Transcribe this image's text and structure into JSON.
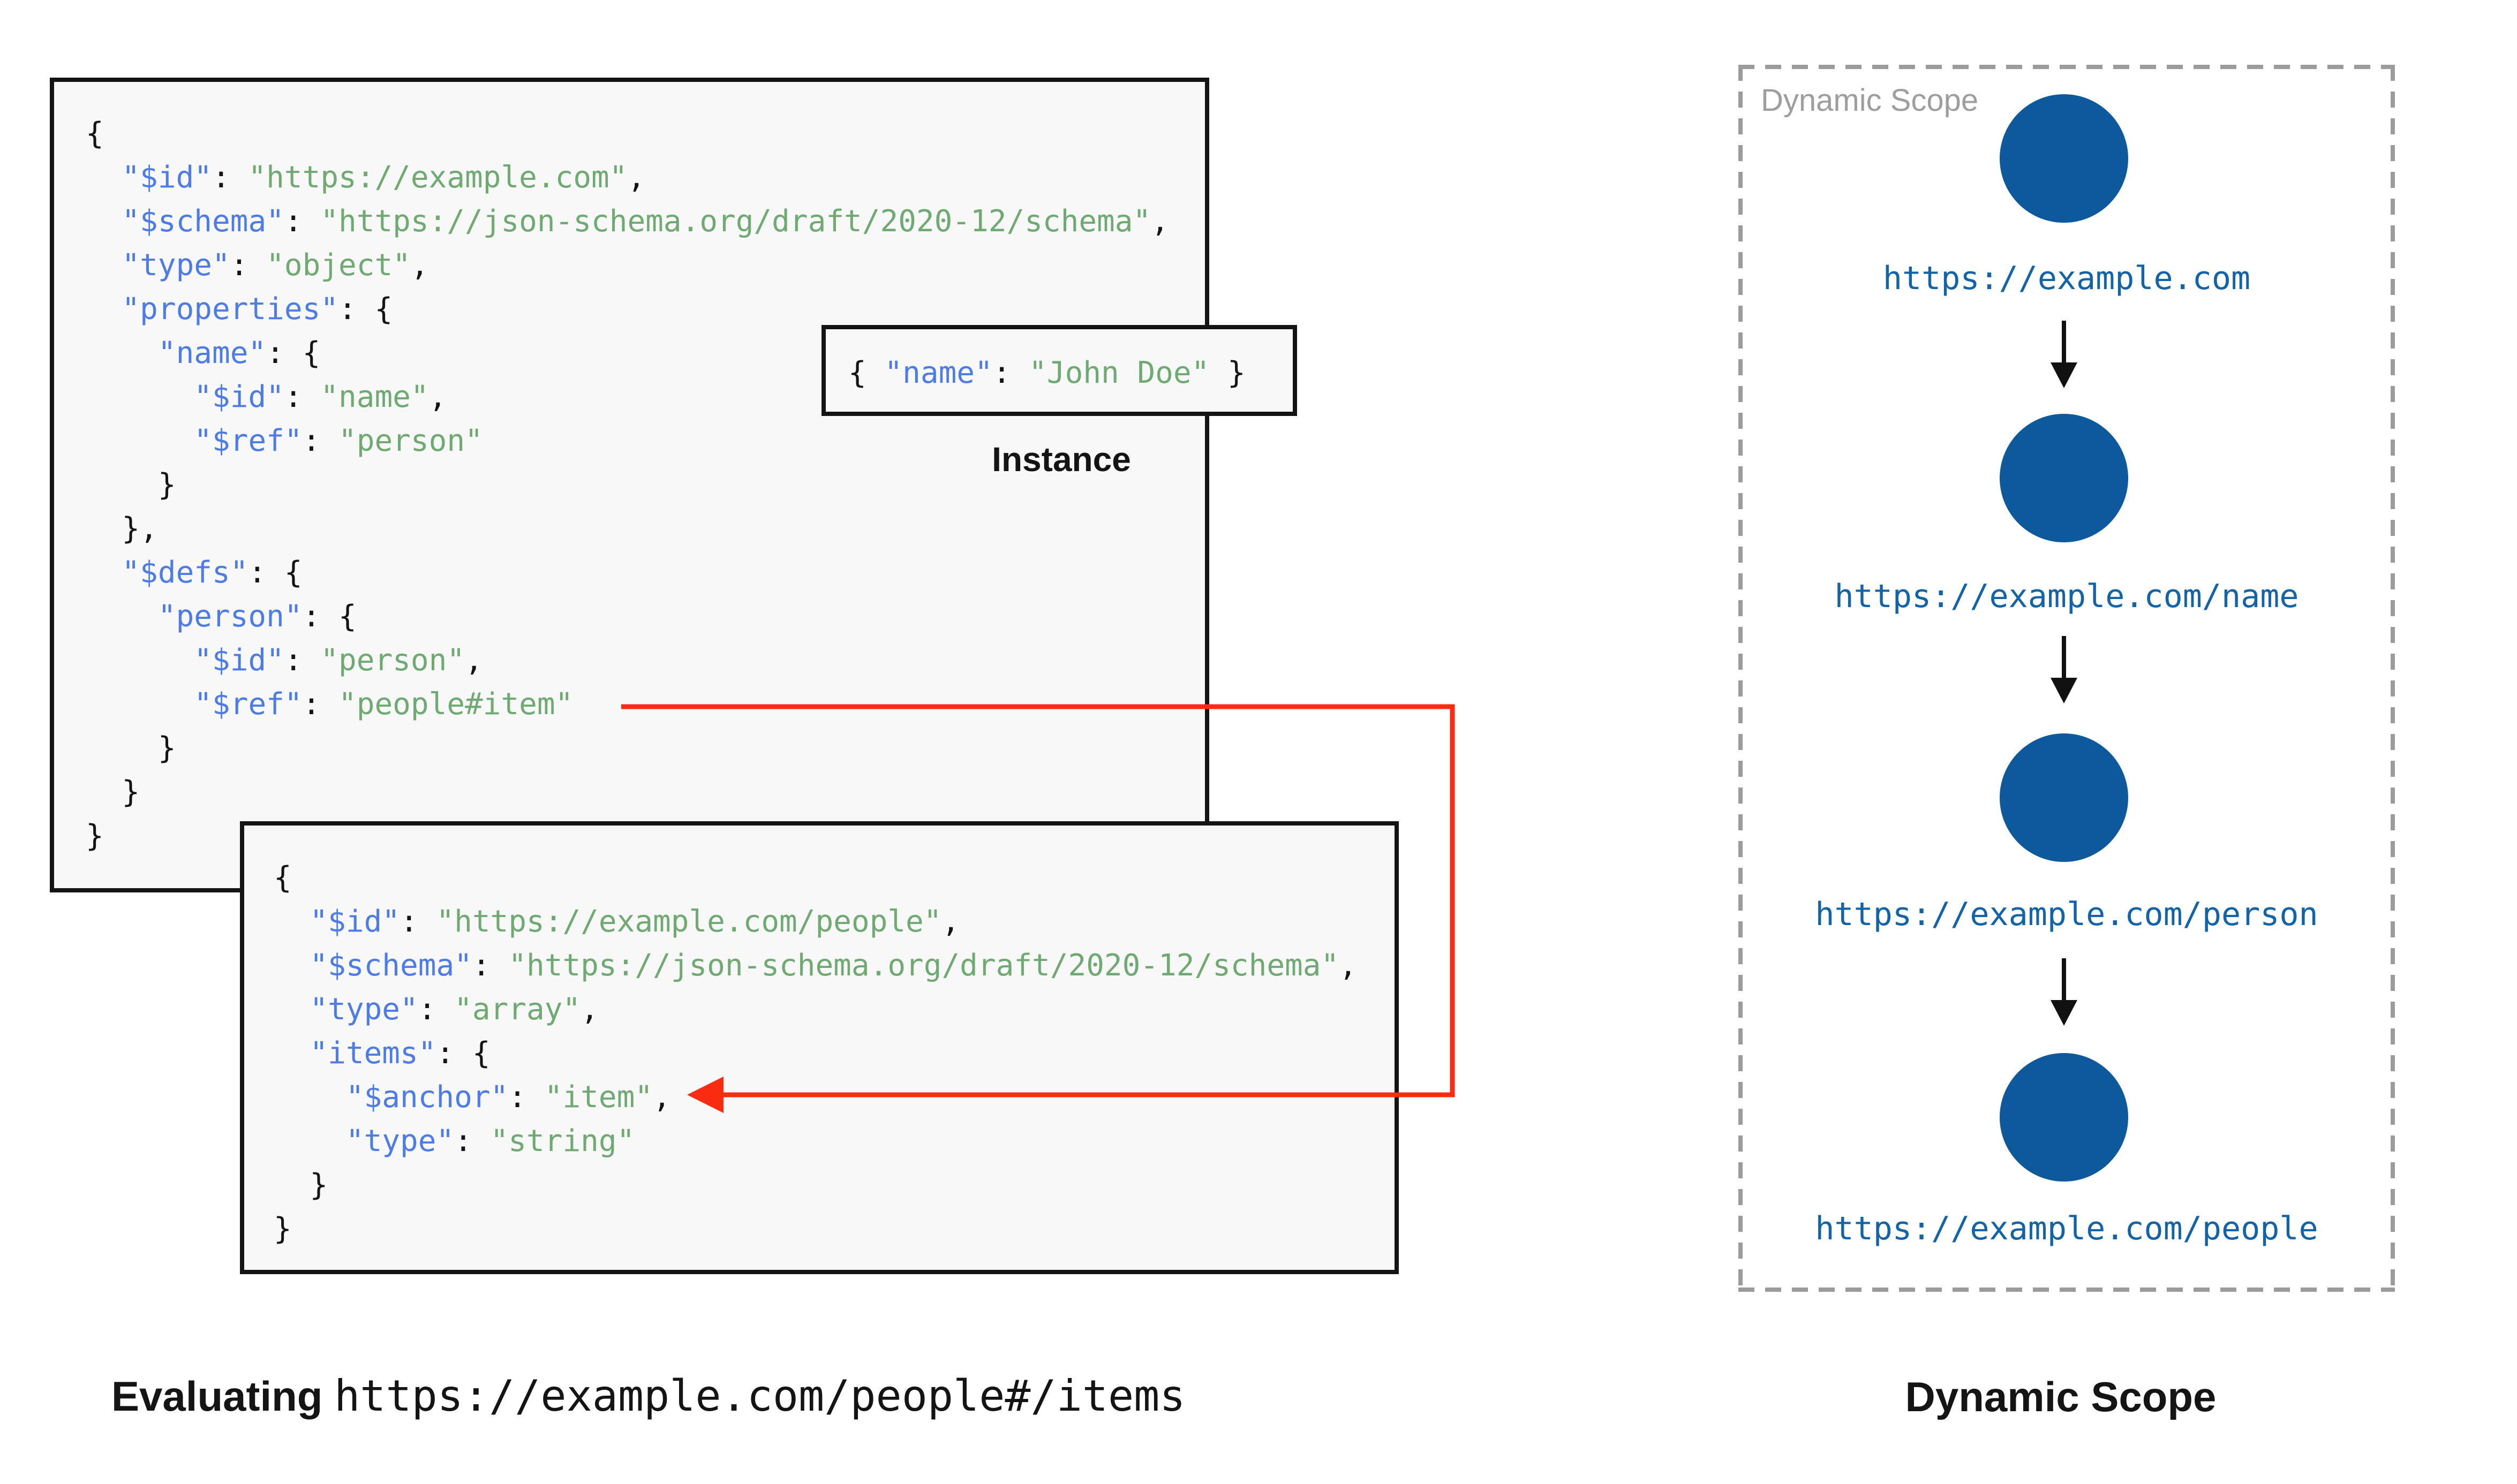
{
  "captions": {
    "evaluating_prefix": "Evaluating",
    "evaluating_uri": "https://example.com/people#/items",
    "instance": "Instance",
    "dynamic_scope": "Dynamic Scope"
  },
  "scope_panel": {
    "tag": "Dynamic Scope",
    "nodes": [
      {
        "url": "https://example.com"
      },
      {
        "url": "https://example.com/name"
      },
      {
        "url": "https://example.com/person"
      },
      {
        "url": "https://example.com/people"
      }
    ]
  },
  "colors": {
    "code_key_blue": "#4d7ce6",
    "code_string_green": "#6faa72",
    "code_text_black": "#141414",
    "box_bg": "#f8f8f8",
    "box_border": "#141414",
    "red_arrow": "#f92c12",
    "scope_circle_blue": "#0d599c",
    "scope_url_blue": "#1263a8",
    "panel_border_gray": "#9b9b9b",
    "panel_tag_gray": "#9e9e9e",
    "arrow_black": "#111111"
  },
  "code_blocks": {
    "schema_root": {
      "lines": [
        [
          [
            "p",
            "{"
          ]
        ],
        [
          [
            "p",
            "  "
          ],
          [
            "k",
            "\"$id\""
          ],
          [
            "p",
            ": "
          ],
          [
            "s",
            "\"https://example.com\""
          ],
          [
            "p",
            ","
          ]
        ],
        [
          [
            "p",
            "  "
          ],
          [
            "k",
            "\"$schema\""
          ],
          [
            "p",
            ": "
          ],
          [
            "s",
            "\"https://json-schema.org/draft/2020-12/schema\""
          ],
          [
            "p",
            ","
          ]
        ],
        [
          [
            "p",
            "  "
          ],
          [
            "k",
            "\"type\""
          ],
          [
            "p",
            ": "
          ],
          [
            "s",
            "\"object\""
          ],
          [
            "p",
            ","
          ]
        ],
        [
          [
            "p",
            "  "
          ],
          [
            "k",
            "\"properties\""
          ],
          [
            "p",
            ": {"
          ]
        ],
        [
          [
            "p",
            "    "
          ],
          [
            "k",
            "\"name\""
          ],
          [
            "p",
            ": {"
          ]
        ],
        [
          [
            "p",
            "      "
          ],
          [
            "k",
            "\"$id\""
          ],
          [
            "p",
            ": "
          ],
          [
            "s",
            "\"name\""
          ],
          [
            "p",
            ","
          ]
        ],
        [
          [
            "p",
            "      "
          ],
          [
            "k",
            "\"$ref\""
          ],
          [
            "p",
            ": "
          ],
          [
            "s",
            "\"person\""
          ]
        ],
        [
          [
            "p",
            "    }"
          ]
        ],
        [
          [
            "p",
            "  },"
          ]
        ],
        [
          [
            "p",
            "  "
          ],
          [
            "k",
            "\"$defs\""
          ],
          [
            "p",
            ": {"
          ]
        ],
        [
          [
            "p",
            "    "
          ],
          [
            "k",
            "\"person\""
          ],
          [
            "p",
            ": {"
          ]
        ],
        [
          [
            "p",
            "      "
          ],
          [
            "k",
            "\"$id\""
          ],
          [
            "p",
            ": "
          ],
          [
            "s",
            "\"person\""
          ],
          [
            "p",
            ","
          ]
        ],
        [
          [
            "p",
            "      "
          ],
          [
            "k",
            "\"$ref\""
          ],
          [
            "p",
            ": "
          ],
          [
            "s",
            "\"people#item\""
          ]
        ],
        [
          [
            "p",
            "    }"
          ]
        ],
        [
          [
            "p",
            "  }"
          ]
        ],
        [
          [
            "p",
            "}"
          ]
        ]
      ]
    },
    "schema_people": {
      "lines": [
        [
          [
            "p",
            "{"
          ]
        ],
        [
          [
            "p",
            "  "
          ],
          [
            "k",
            "\"$id\""
          ],
          [
            "p",
            ": "
          ],
          [
            "s",
            "\"https://example.com/people\""
          ],
          [
            "p",
            ","
          ]
        ],
        [
          [
            "p",
            "  "
          ],
          [
            "k",
            "\"$schema\""
          ],
          [
            "p",
            ": "
          ],
          [
            "s",
            "\"https://json-schema.org/draft/2020-12/schema\""
          ],
          [
            "p",
            ","
          ]
        ],
        [
          [
            "p",
            "  "
          ],
          [
            "k",
            "\"type\""
          ],
          [
            "p",
            ": "
          ],
          [
            "s",
            "\"array\""
          ],
          [
            "p",
            ","
          ]
        ],
        [
          [
            "p",
            "  "
          ],
          [
            "k",
            "\"items\""
          ],
          [
            "p",
            ": {"
          ]
        ],
        [
          [
            "p",
            "    "
          ],
          [
            "k",
            "\"$anchor\""
          ],
          [
            "p",
            ": "
          ],
          [
            "s",
            "\"item\""
          ],
          [
            "p",
            ","
          ]
        ],
        [
          [
            "p",
            "    "
          ],
          [
            "k",
            "\"type\""
          ],
          [
            "p",
            ": "
          ],
          [
            "s",
            "\"string\""
          ]
        ],
        [
          [
            "p",
            "  }"
          ]
        ],
        [
          [
            "p",
            "}"
          ]
        ]
      ]
    },
    "instance": {
      "lines": [
        [
          [
            "p",
            "{ "
          ],
          [
            "k",
            "\"name\""
          ],
          [
            "p",
            ": "
          ],
          [
            "s",
            "\"John Doe\""
          ],
          [
            "p",
            " }"
          ]
        ]
      ]
    }
  }
}
